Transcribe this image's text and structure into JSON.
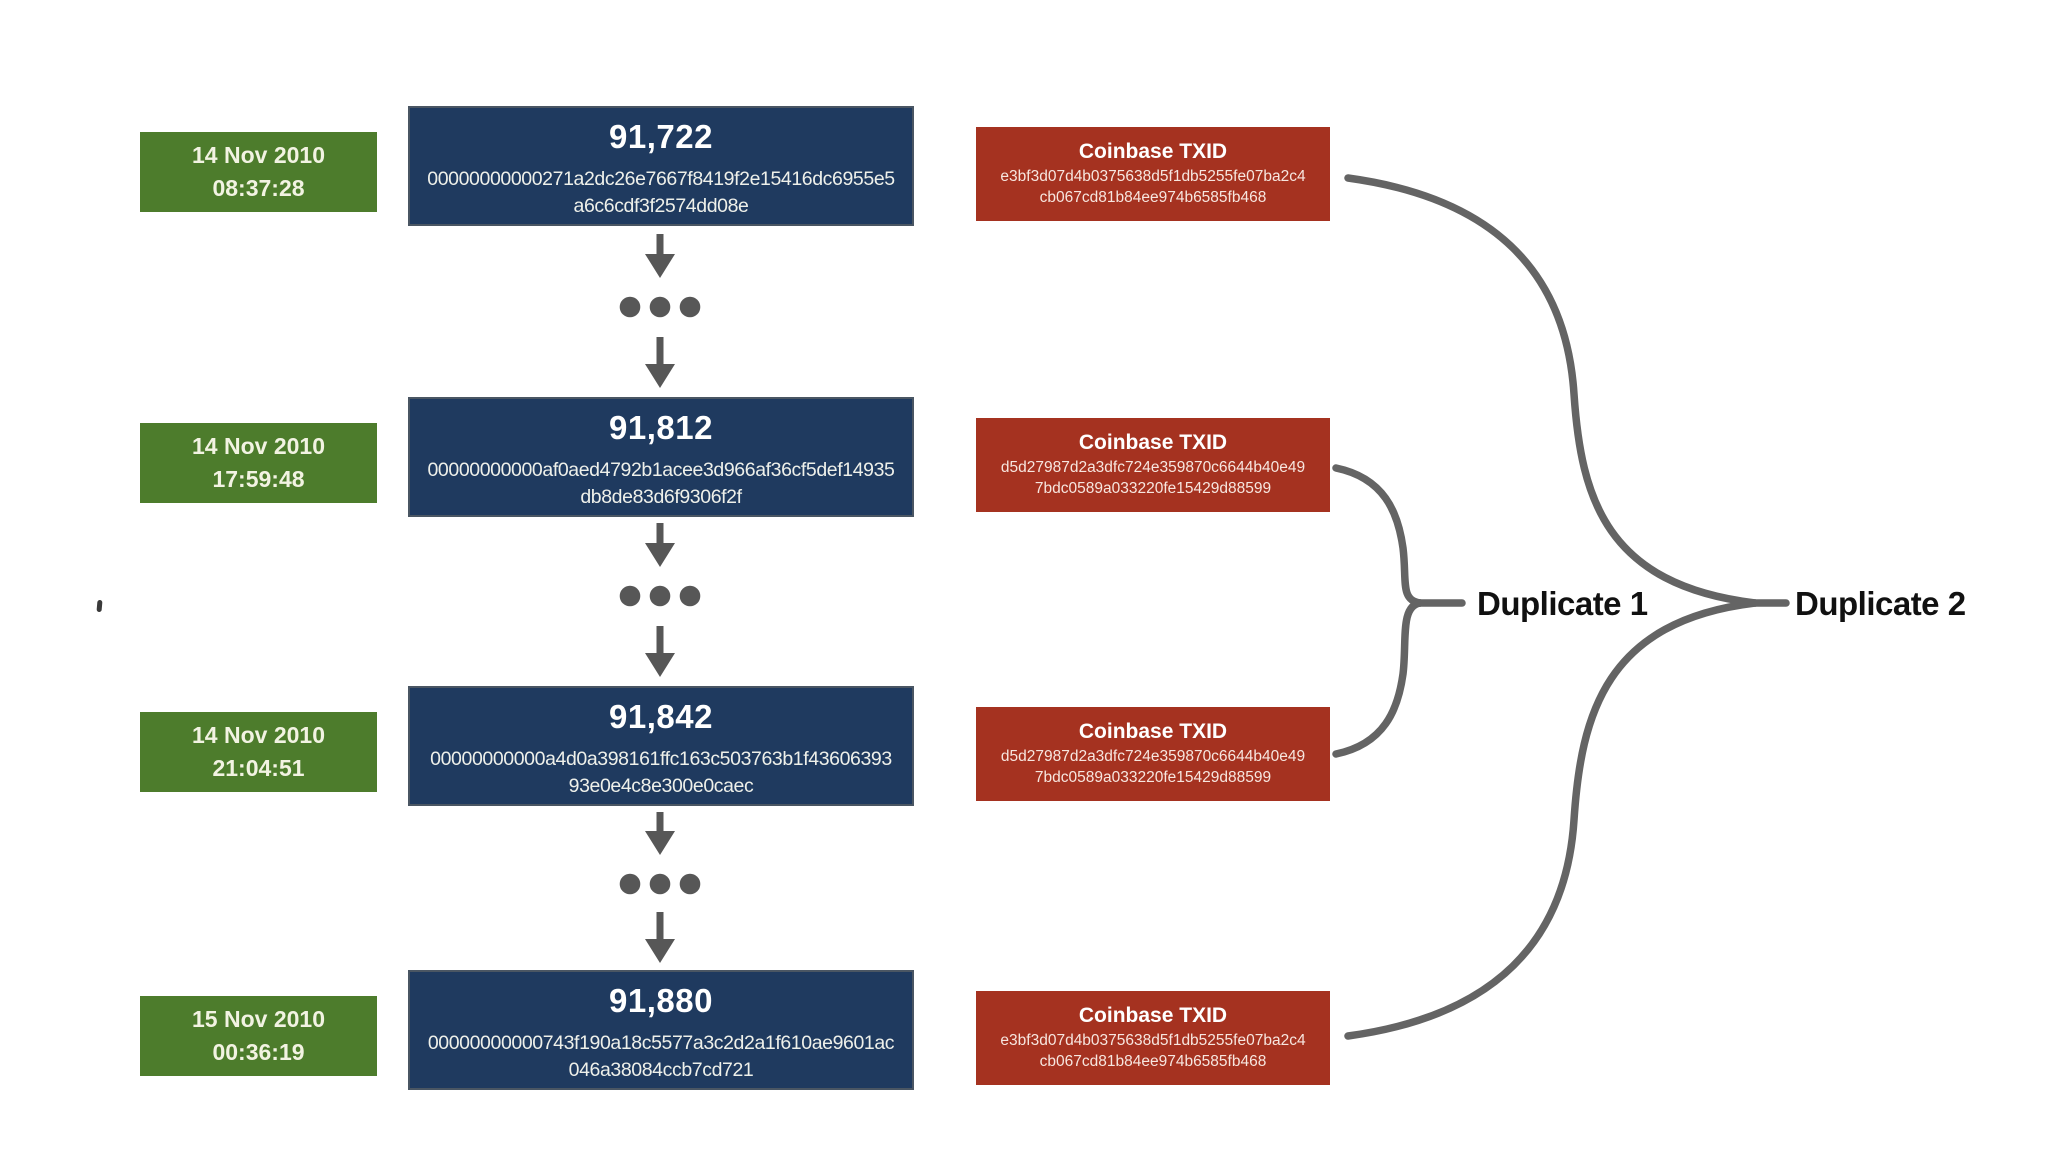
{
  "rows": [
    {
      "timestamp": {
        "date": "14 Nov 2010",
        "time": "08:37:28"
      },
      "block": {
        "height": "91,722",
        "hash_lines": [
          "00000000000271a2dc26e7667f8419f2e15416dc6955e5",
          "a6c6cdf3f2574dd08e"
        ]
      },
      "coinbase": {
        "title": "Coinbase TXID",
        "txid_lines": [
          "e3bf3d07d4b0375638d5f1db5255fe07ba2c4",
          "cb067cd81b84ee974b6585fb468"
        ]
      }
    },
    {
      "timestamp": {
        "date": "14 Nov 2010",
        "time": "17:59:48"
      },
      "block": {
        "height": "91,812",
        "hash_lines": [
          "00000000000af0aed4792b1acee3d966af36cf5def14935",
          "db8de83d6f9306f2f"
        ]
      },
      "coinbase": {
        "title": "Coinbase TXID",
        "txid_lines": [
          "d5d27987d2a3dfc724e359870c6644b40e49",
          "7bdc0589a033220fe15429d88599"
        ]
      }
    },
    {
      "timestamp": {
        "date": "14 Nov 2010",
        "time": "21:04:51"
      },
      "block": {
        "height": "91,842",
        "hash_lines": [
          "00000000000a4d0a398161ffc163c503763b1f43606393",
          "93e0e4c8e300e0caec"
        ]
      },
      "coinbase": {
        "title": "Coinbase TXID",
        "txid_lines": [
          "d5d27987d2a3dfc724e359870c6644b40e49",
          "7bdc0589a033220fe15429d88599"
        ]
      }
    },
    {
      "timestamp": {
        "date": "15 Nov 2010",
        "time": "00:36:19"
      },
      "block": {
        "height": "91,880",
        "hash_lines": [
          "00000000000743f190a18c5577a3c2d2a1f610ae9601ac",
          "046a38084ccb7cd721"
        ]
      },
      "coinbase": {
        "title": "Coinbase TXID",
        "txid_lines": [
          "e3bf3d07d4b0375638d5f1db5255fe07ba2c4",
          "cb067cd81b84ee974b6585fb468"
        ]
      }
    }
  ],
  "annotations": {
    "duplicate1": "Duplicate 1",
    "duplicate2": "Duplicate 2"
  },
  "colors": {
    "timestamp-green": "#4d7c2c",
    "block-blue": "#1f3a5f",
    "txid-red": "#a53220",
    "connector-gray": "#575757",
    "brace-gray": "#646464",
    "label-black": "#111111"
  }
}
